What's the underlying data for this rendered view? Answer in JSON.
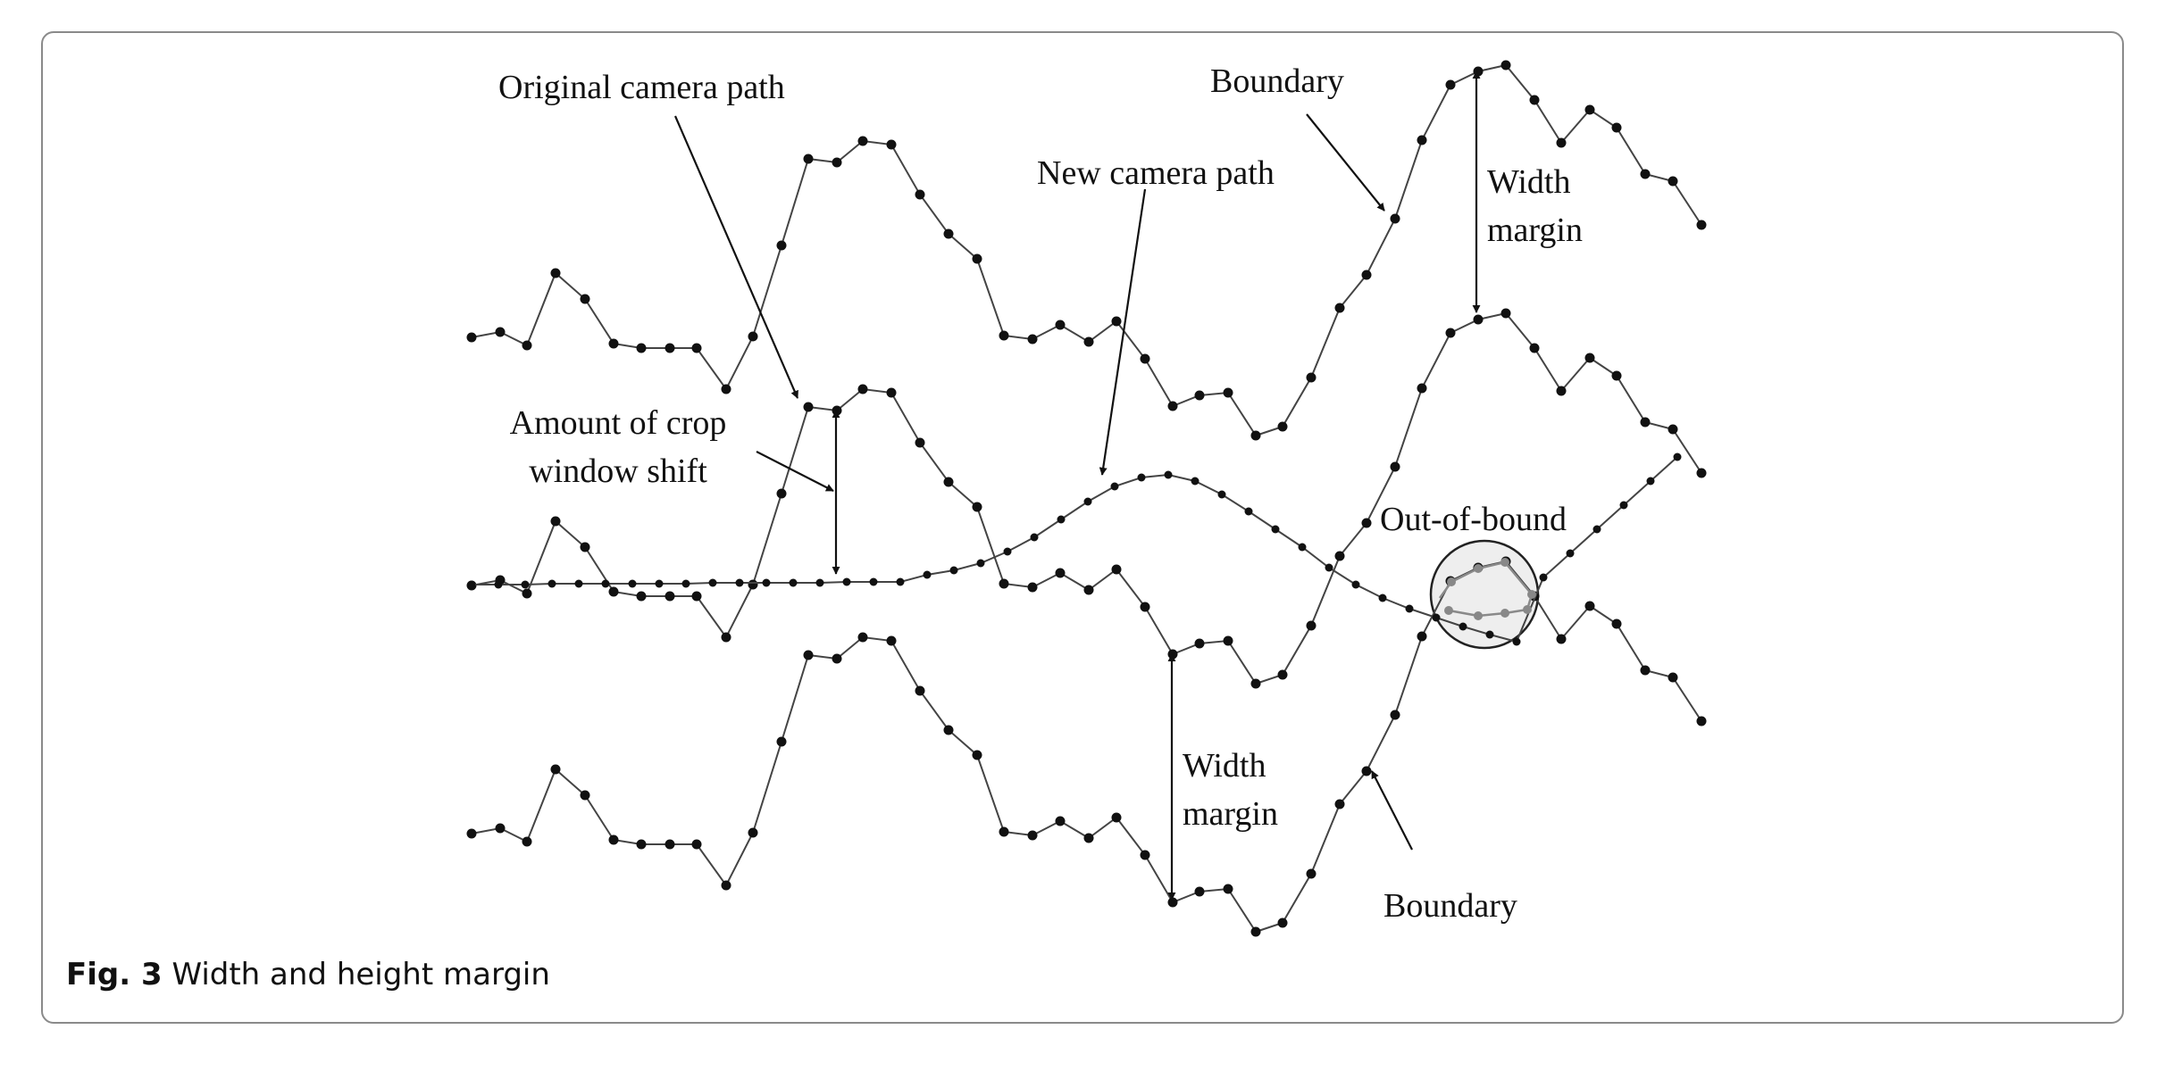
{
  "diagram": {
    "labels": {
      "original_camera_path": "Original camera path",
      "new_camera_path": "New camera path",
      "boundary_top": "Boundary",
      "boundary_bottom": "Boundary",
      "width_margin_top": [
        "Width",
        "margin"
      ],
      "width_margin_bottom": [
        "Width",
        "margin"
      ],
      "crop_window_shift": [
        "Amount of crop",
        "window shift"
      ],
      "out_of_bound": "Out-of-bound"
    }
  },
  "caption": {
    "figure_number": "Fig. 3",
    "text": "Width and height margin"
  }
}
